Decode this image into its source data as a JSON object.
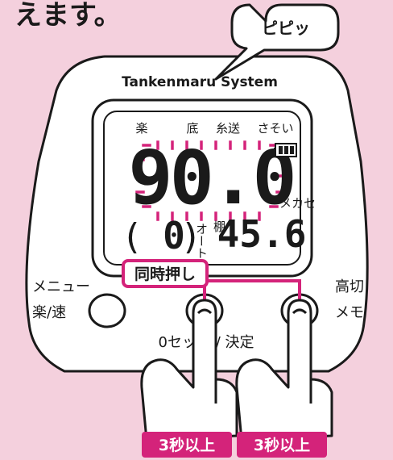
{
  "heading_fragment": "えます。",
  "speech_bubble": "ピピッ",
  "brand": "Tankenmaru System",
  "lcd": {
    "mode_labels": [
      "楽",
      "底",
      "糸送",
      "さそい"
    ],
    "main_value": "90.0",
    "unit": "メカセ",
    "counter_value": "0",
    "oto_label": "オート",
    "tana_label": "棚",
    "tana_value": "45.6"
  },
  "buttons": {
    "left_top_label": "メニュー",
    "left_bottom_label": "楽/速",
    "right_top_label": "高切",
    "right_bottom_label": "メモ",
    "bottom_label": "0セット / 決定"
  },
  "callout": "同時押し",
  "badges": [
    "3秒以上",
    "3秒以上"
  ],
  "colors": {
    "background": "#f4d0dd",
    "accent": "#d4237a",
    "ink": "#1a1a1a",
    "device": "#ffffff"
  }
}
